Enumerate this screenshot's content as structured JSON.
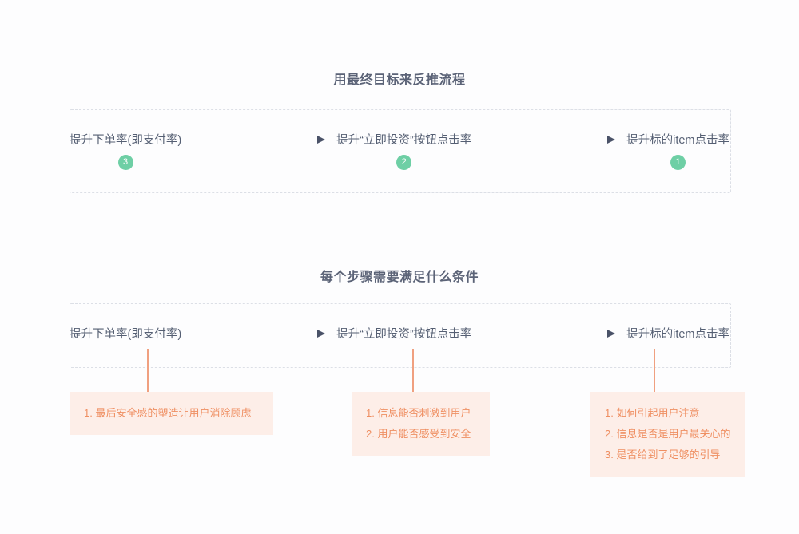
{
  "page": {
    "background_color": "#fdfdfe",
    "accent_green": "#6ecfa5",
    "accent_orange": "#ef8f62",
    "box_background": "#fdeee8",
    "text_color": "#555f73",
    "arrow_color": "#4a5268",
    "dashed_border_color": "#dcdfe6"
  },
  "sections": [
    {
      "title": "用最终目标来反推流程",
      "steps": [
        {
          "label": "提升下单率(即支付率)",
          "badge": "3"
        },
        {
          "label": "提升“立即投资”按钮点击率",
          "badge": "2"
        },
        {
          "label": "提升标的item点击率",
          "badge": "1"
        }
      ]
    },
    {
      "title": "每个步骤需要满足什么条件",
      "steps": [
        {
          "label": "提升下单率(即支付率)"
        },
        {
          "label": "提升“立即投资”按钮点击率"
        },
        {
          "label": "提升标的item点击率"
        }
      ],
      "conditions": [
        {
          "items": [
            "1. 最后安全感的塑造让用户消除顾虑"
          ]
        },
        {
          "items": [
            "1. 信息能否刺激到用户",
            "2. 用户能否感受到安全"
          ]
        },
        {
          "items": [
            "1. 如何引起用户注意",
            "2. 信息是否是用户最关心的",
            "3. 是否给到了足够的引导"
          ]
        }
      ]
    }
  ]
}
